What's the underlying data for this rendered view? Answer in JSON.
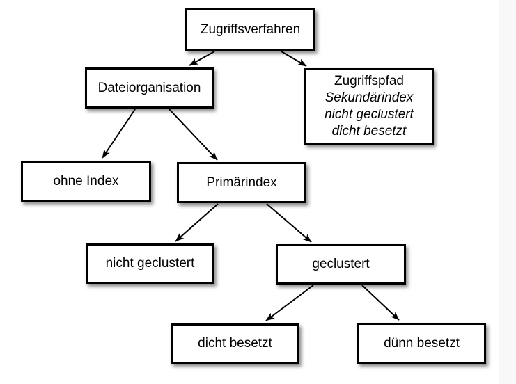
{
  "diagram": {
    "nodes": {
      "zugriffsverfahren": {
        "label": "Zugriffsverfahren"
      },
      "dateiorganisation": {
        "label": "Dateiorganisation"
      },
      "zugriffspfad": {
        "lines": [
          "Zugriffspfad",
          "Sekundärindex",
          "nicht geclustert",
          "dicht besetzt"
        ]
      },
      "ohne_index": {
        "label": "ohne Index"
      },
      "primaerindex": {
        "label": "Primärindex"
      },
      "nicht_geclustert": {
        "label": "nicht geclustert"
      },
      "geclustert": {
        "label": "geclustert"
      },
      "dicht_besetzt": {
        "label": "dicht besetzt"
      },
      "duenn_besetzt": {
        "label": "dünn besetzt"
      }
    },
    "edges": [
      {
        "from": "Zugriffsverfahren",
        "to": "Dateiorganisation"
      },
      {
        "from": "Zugriffsverfahren",
        "to": "Zugriffspfad"
      },
      {
        "from": "Dateiorganisation",
        "to": "ohne Index"
      },
      {
        "from": "Dateiorganisation",
        "to": "Primärindex"
      },
      {
        "from": "Primärindex",
        "to": "nicht geclustert"
      },
      {
        "from": "Primärindex",
        "to": "geclustert"
      },
      {
        "from": "geclustert",
        "to": "dicht besetzt"
      },
      {
        "from": "geclustert",
        "to": "dünn besetzt"
      }
    ],
    "colors": {
      "node_fill": "#ffffff",
      "node_border": "#000000",
      "arrow": "#000000",
      "background": "#ffffff",
      "right_strip": "#f8f8f8"
    }
  }
}
